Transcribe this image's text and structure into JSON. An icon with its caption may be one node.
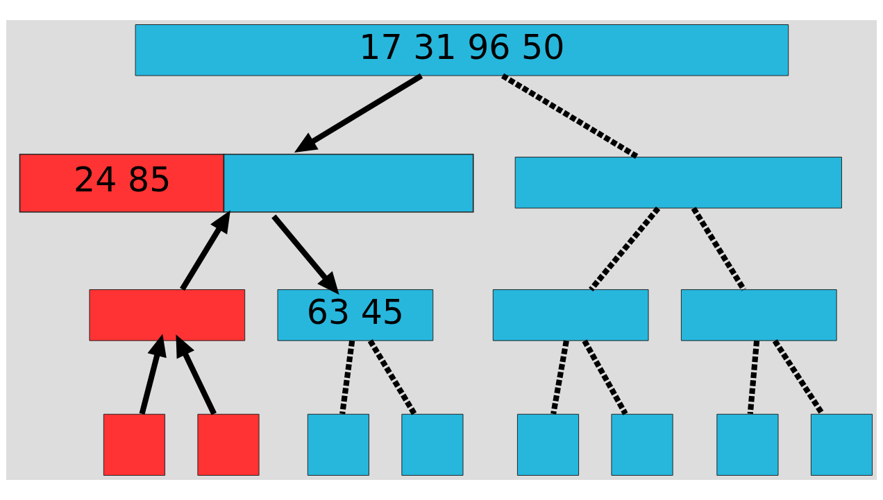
{
  "diagram": {
    "nodes": [
      {
        "text": [
          "17 31 96 50"
        ]
      },
      {
        "text": [
          "24 85"
        ]
      },
      {
        "text": [],
        "shape": "bar"
      },
      {
        "text": [],
        "shape": "bar"
      },
      {
        "text": [
          "63 45"
        ]
      },
      {
        "text": [],
        "shape": "bar"
      },
      {
        "text": [],
        "shape": "bar"
      },
      {
        "text": [],
        "shape": "box"
      },
      {
        "text": [],
        "shape": "box"
      },
      {
        "text": [],
        "shape": "box"
      },
      {
        "text": [],
        "shape": "box"
      },
      {
        "text": [],
        "shape": "box"
      },
      {
        "text": [],
        "shape": "box"
      },
      {
        "text": [],
        "shape": "box"
      },
      {
        "text": [],
        "shape": "box"
      }
    ],
    "edges": [
      {
        "from": 0,
        "to": 1,
        "arrow": "to"
      },
      {
        "from": 0,
        "to": 2,
        "arrow": "none",
        "style": "dashed"
      },
      {
        "from": 3,
        "to": 1,
        "arrow": "to"
      },
      {
        "from": 1,
        "to": 4,
        "arrow": "to"
      },
      {
        "from": 2,
        "to": 5,
        "arrow": "none",
        "style": "dashed"
      },
      {
        "from": 2,
        "to": 6,
        "arrow": "none",
        "style": "dashed"
      },
      {
        "from": 7,
        "to": 3,
        "arrow": "to"
      },
      {
        "from": 8,
        "to": 3,
        "arrow": "to"
      },
      {
        "from": 4,
        "to": 9,
        "arrow": "none",
        "style": "dashed"
      },
      {
        "from": 4,
        "to": 10,
        "arrow": "none",
        "style": "dashed"
      },
      {
        "from": 5,
        "to": 11,
        "arrow": "none",
        "style": "dashed"
      },
      {
        "from": 5,
        "to": 12,
        "arrow": "none",
        "style": "dashed"
      },
      {
        "from": 6,
        "to": 13,
        "arrow": "none",
        "style": "dashed"
      },
      {
        "from": 6,
        "to": 14,
        "arrow": "none",
        "style": "dashed"
      }
    ]
  }
}
